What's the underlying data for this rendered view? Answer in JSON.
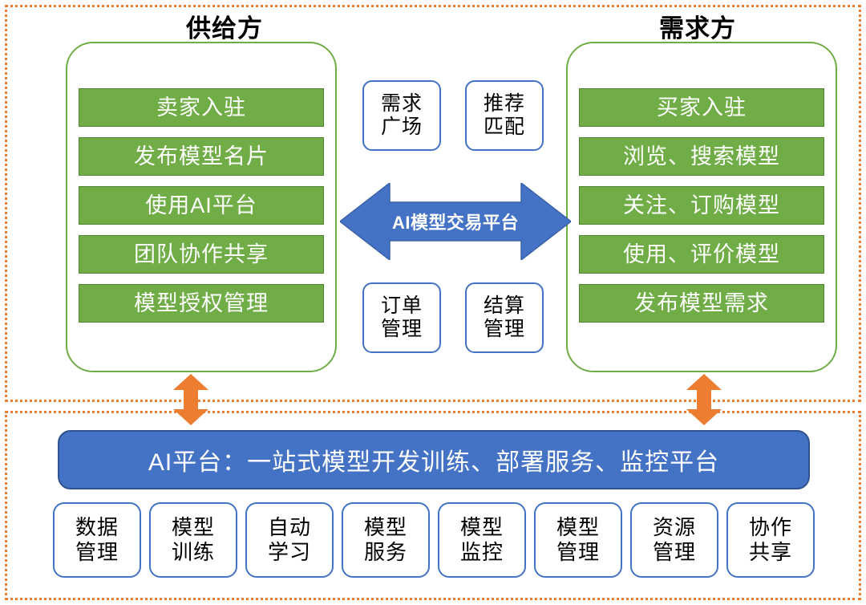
{
  "colors": {
    "green_fill": "#70AD47",
    "green_border": "#548235",
    "blue_fill": "#4472C4",
    "blue_border": "#2F528F",
    "orange": "#ED7D31",
    "text_dark": "#000000",
    "text_light": "#FFFFFF"
  },
  "market": {
    "supply": {
      "title": "供给方",
      "items": [
        "卖家入驻",
        "发布模型名片",
        "使用AI平台",
        "团队协作共享",
        "模型授权管理"
      ]
    },
    "demand": {
      "title": "需求方",
      "items": [
        "买家入驻",
        "浏览、搜索模型",
        "关注、订购模型",
        "使用、评价模型",
        "发布模型需求"
      ]
    },
    "center": {
      "arrow_label": "AI模型交易平台",
      "top_boxes": [
        {
          "line1": "需求",
          "line2": "广场"
        },
        {
          "line1": "推荐",
          "line2": "匹配"
        }
      ],
      "bottom_boxes": [
        {
          "line1": "订单",
          "line2": "管理"
        },
        {
          "line1": "结算",
          "line2": "管理"
        }
      ]
    }
  },
  "platform": {
    "bar_label": "AI平台：一站式模型开发训练、部署服务、监控平台",
    "capabilities": [
      {
        "line1": "数据",
        "line2": "管理"
      },
      {
        "line1": "模型",
        "line2": "训练"
      },
      {
        "line1": "自动",
        "line2": "学习"
      },
      {
        "line1": "模型",
        "line2": "服务"
      },
      {
        "line1": "模型",
        "line2": "监控"
      },
      {
        "line1": "模型",
        "line2": "管理"
      },
      {
        "line1": "资源",
        "line2": "管理"
      },
      {
        "line1": "协作",
        "line2": "共享"
      }
    ]
  },
  "connectors": {
    "left_arrow_name": "supply-to-platform",
    "right_arrow_name": "demand-to-platform"
  }
}
